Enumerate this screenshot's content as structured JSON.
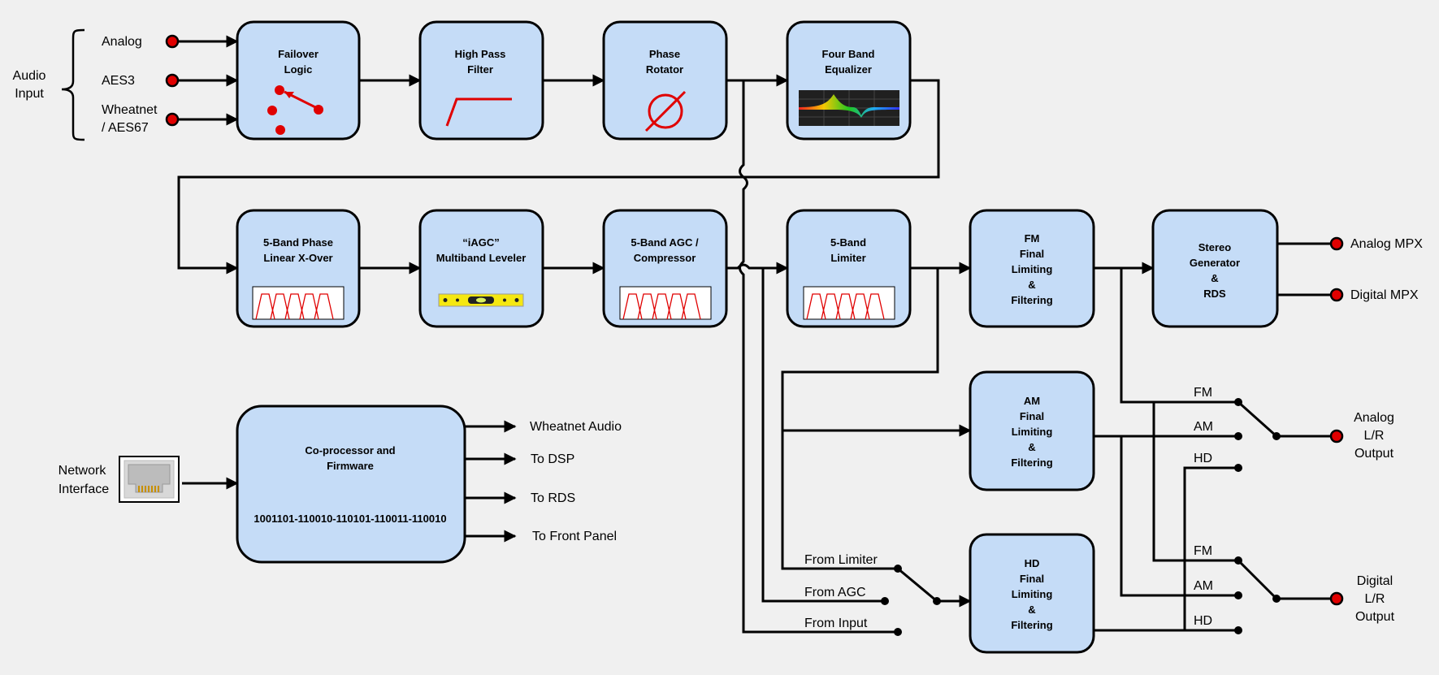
{
  "audio_input": {
    "label_line1": "Audio",
    "label_line2": "Input",
    "analog": "Analog",
    "aes3": "AES3",
    "wheatnet_line1": "Wheatnet",
    "wheatnet_line2": "/ AES67"
  },
  "blocks": {
    "failover": [
      "Failover",
      "Logic"
    ],
    "highpass": [
      "High Pass",
      "Filter"
    ],
    "phase": [
      "Phase",
      "Rotator"
    ],
    "eq": [
      "Four Band",
      "Equalizer"
    ],
    "xover": [
      "5-Band Phase",
      "Linear X-Over"
    ],
    "iagc": [
      "“iAGC”",
      "Multiband Leveler"
    ],
    "agc": [
      "5-Band AGC /",
      "Compressor"
    ],
    "limiter": [
      "5-Band",
      "Limiter"
    ],
    "fm": [
      "FM",
      "Final",
      "Limiting",
      "&",
      "Filtering"
    ],
    "stereo": [
      "Stereo",
      "Generator",
      "&",
      "RDS"
    ],
    "am": [
      "AM",
      "Final",
      "Limiting",
      "&",
      "Filtering"
    ],
    "hd": [
      "HD",
      "Final",
      "Limiting",
      "&",
      "Filtering"
    ],
    "coproc": [
      "Co-processor and",
      "Firmware"
    ],
    "coproc_code": "1001101-110010-110101-110011-110010"
  },
  "outputs": {
    "analog_mpx": "Analog MPX",
    "digital_mpx": "Digital MPX",
    "analog_lr": [
      "Analog",
      "L/R",
      "Output"
    ],
    "digital_lr": [
      "Digital",
      "L/R",
      "Output"
    ]
  },
  "switch_labels": {
    "fm": "FM",
    "am": "AM",
    "hd": "HD",
    "from_limiter": "From Limiter",
    "from_agc": "From AGC",
    "from_input": "From Input"
  },
  "network": {
    "label_line1": "Network",
    "label_line2": "Interface",
    "outputs": [
      "Wheatnet Audio",
      "To DSP",
      "To RDS",
      "To Front Panel"
    ]
  },
  "colors": {
    "block_fill": "#c5dcf7",
    "background": "#f0f0f0",
    "jack": "#e00000"
  }
}
